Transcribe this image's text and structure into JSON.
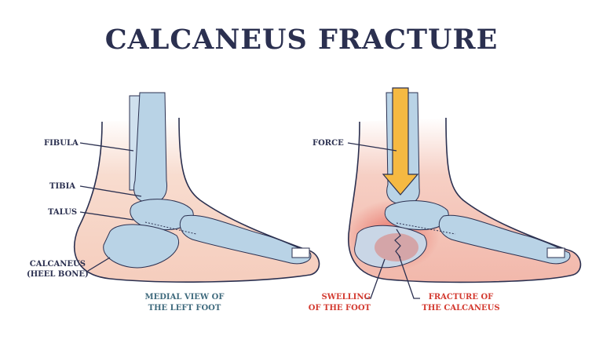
{
  "title": "CALCANEUS FRACTURE",
  "left_foot": {
    "labels": {
      "fibula": "FIBULA",
      "tibia": "TIBIA",
      "talus": "TALUS",
      "calcaneus_line1": "CALCANEUS",
      "calcaneus_line2": "(HEEL BONE)"
    },
    "caption_line1": "MEDIAL VIEW OF",
    "caption_line2": "THE LEFT FOOT"
  },
  "right_foot": {
    "labels": {
      "force": "FORCE"
    },
    "swelling_line1": "SWELLING",
    "swelling_line2": "OF THE FOOT",
    "fracture_line1": "FRACTURE OF",
    "fracture_line2": "THE CALCANEUS"
  },
  "colors": {
    "title": "#2b3050",
    "caption_blue": "#3f6a7d",
    "caption_red": "#d33a30",
    "bone": "#b9d3e6",
    "skin": "#f6d3c6",
    "arrow": "#f5b942"
  }
}
